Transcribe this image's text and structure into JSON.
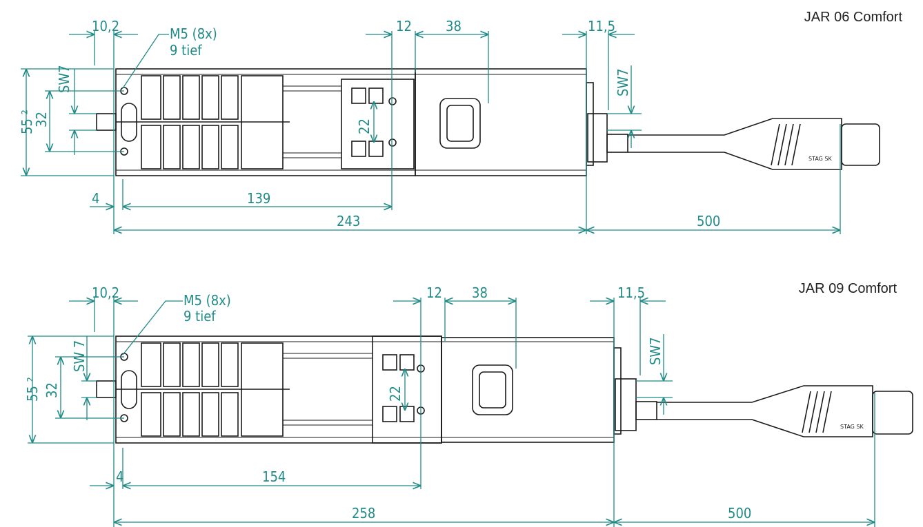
{
  "drawings": [
    {
      "title": "JAR 06 Comfort",
      "dims": {
        "d10_2": "10,2",
        "m5": "M5 (8x)",
        "tief": "9 tief",
        "d12": "12",
        "d38": "38",
        "d11_5": "11,5",
        "sw7a": "SW7",
        "sw7b": "SW7",
        "d55": "55 ²",
        "d32": "32",
        "d22": "22",
        "d4": "4",
        "d139": "139",
        "d243": "243",
        "d500": "500"
      },
      "plug_label": "STAG SK"
    },
    {
      "title": "JAR 09 Comfort",
      "dims": {
        "d10_2": "10,2",
        "m5": "M5 (8x)",
        "tief": "9 tief",
        "d12": "12",
        "d38": "38",
        "d11_5": "11,5",
        "sw7a": "SW 7",
        "sw7b": "SW7",
        "d55": "55 ²",
        "d32": "32",
        "d22": "22",
        "d4": "4",
        "d139": "154",
        "d243": "258",
        "d500": "500"
      },
      "plug_label": "STAG SK"
    }
  ]
}
